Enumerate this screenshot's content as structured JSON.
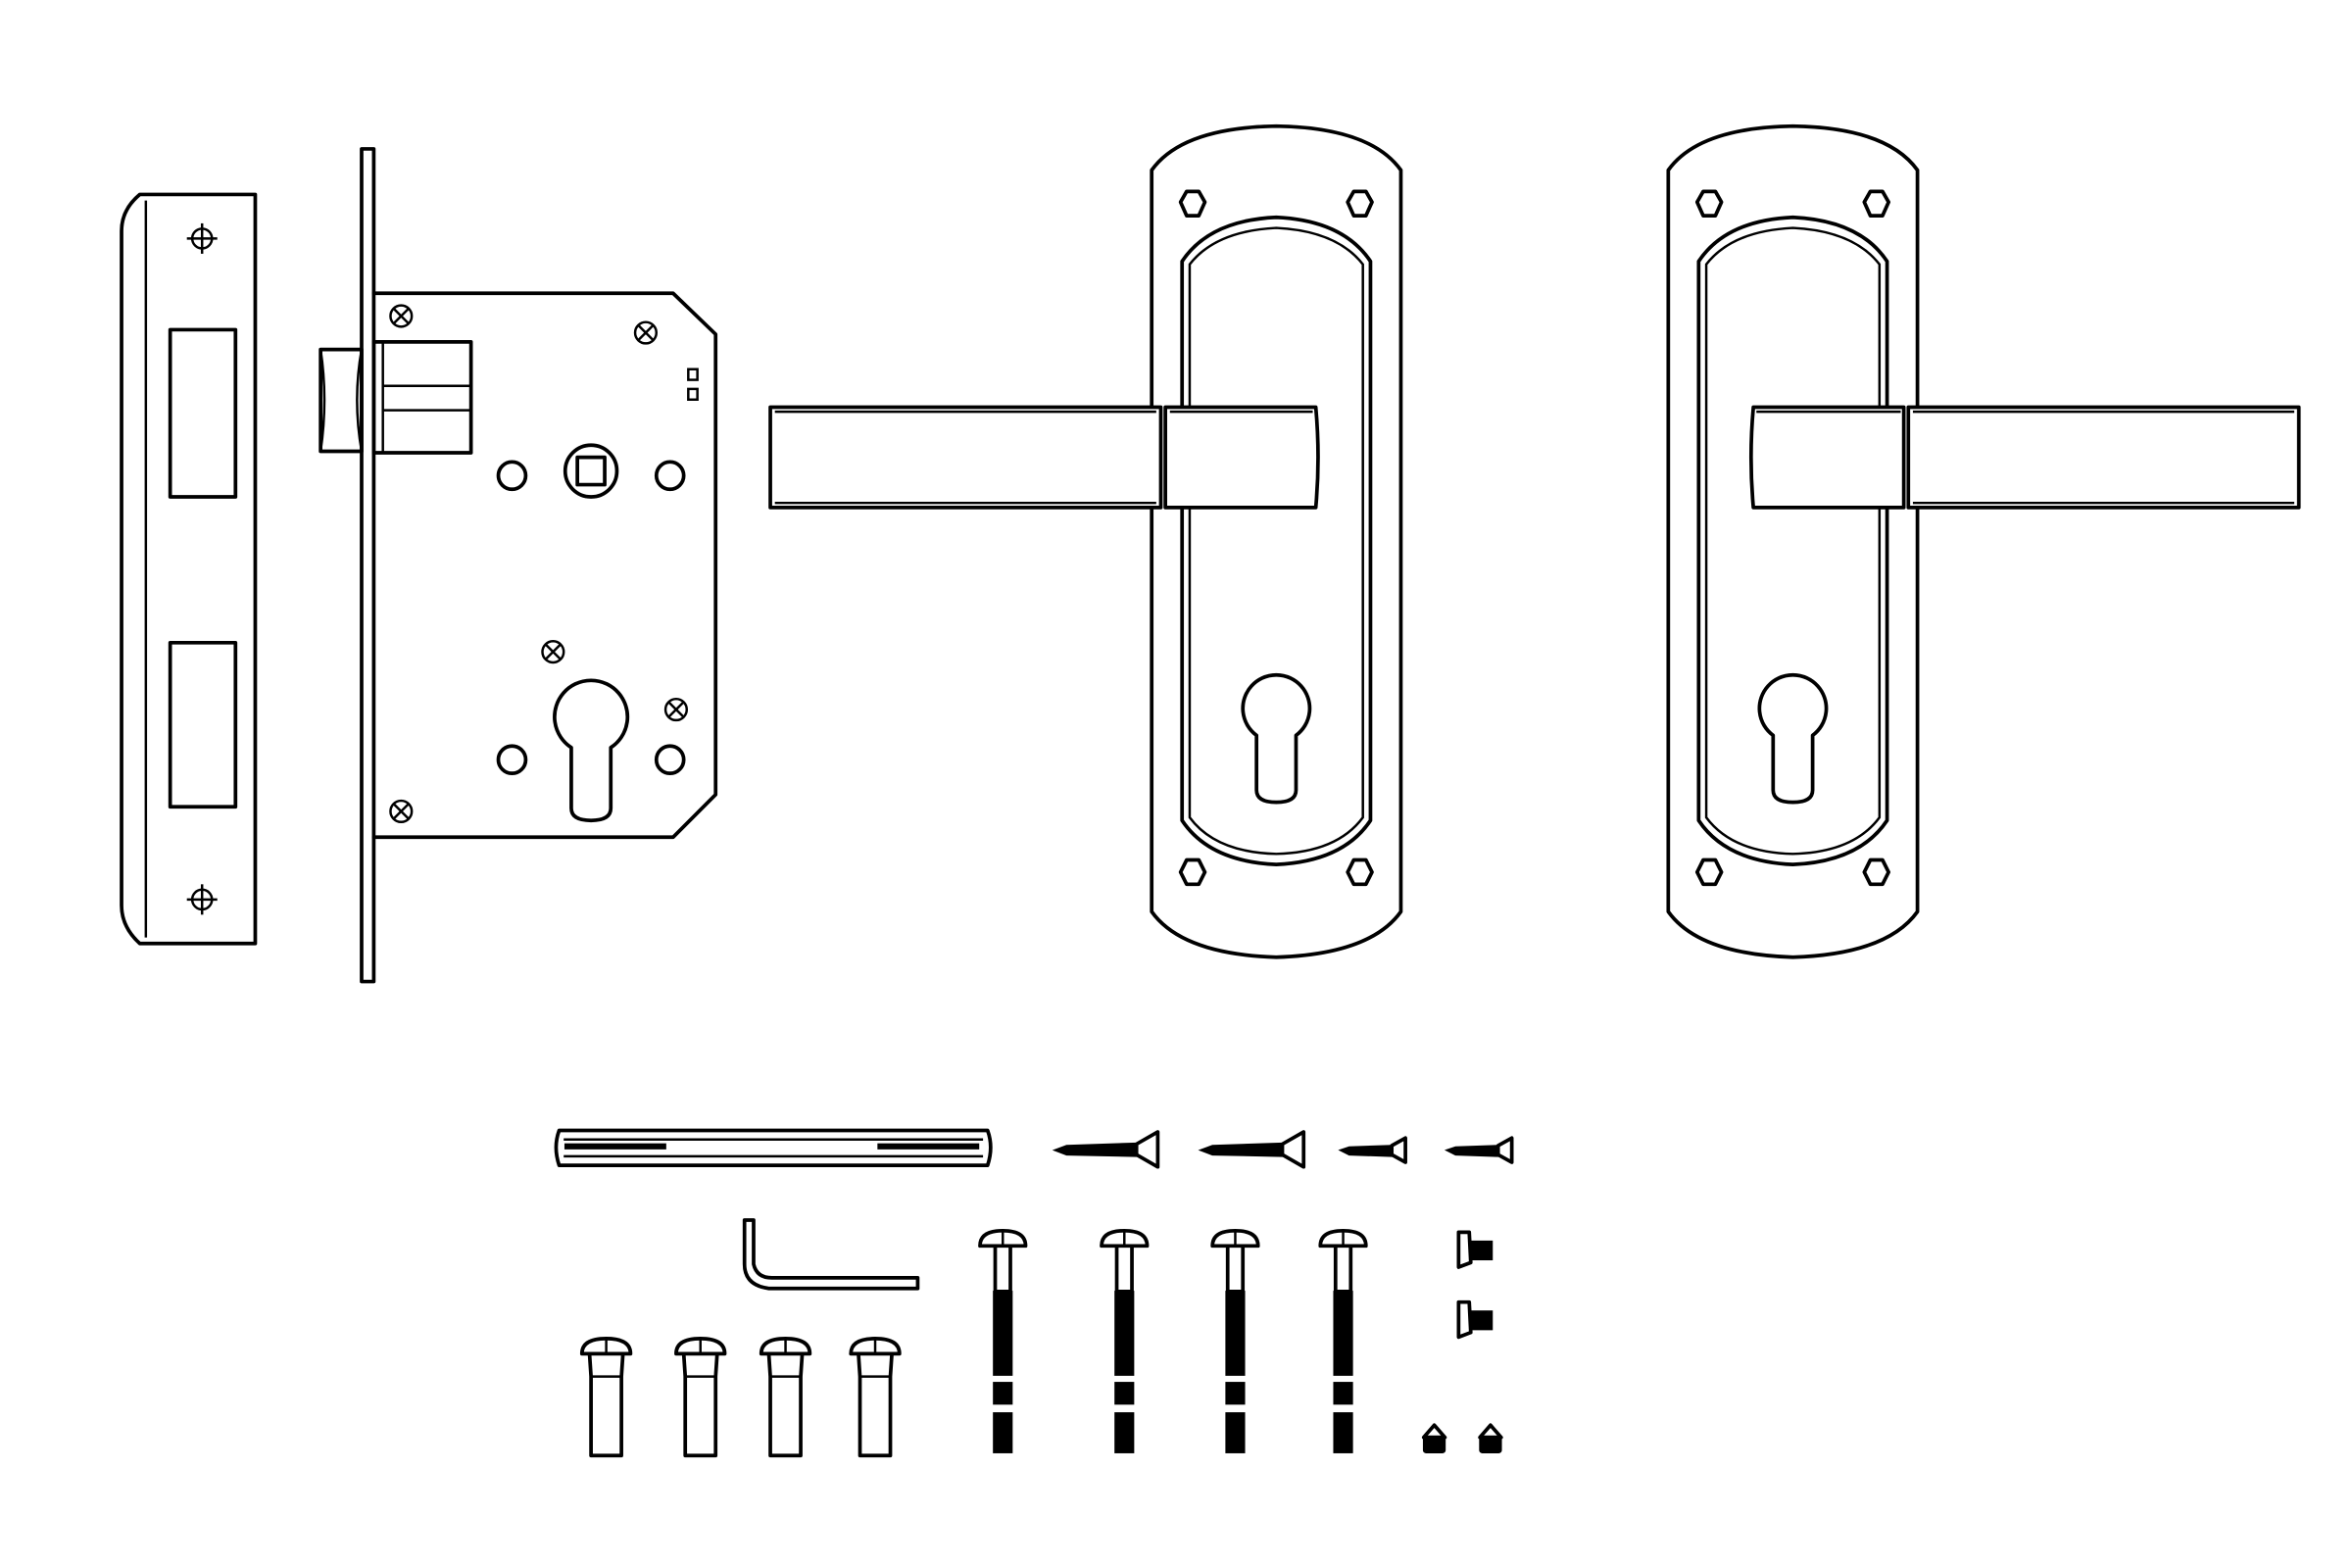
{
  "drawing": {
    "ink_color": "#000000",
    "paper_color": "#ffffff",
    "components": [
      {
        "name": "strike-plate"
      },
      {
        "name": "mortise-lock-body"
      },
      {
        "name": "lever-handle-left"
      },
      {
        "name": "lever-handle-right"
      },
      {
        "name": "spindle"
      },
      {
        "name": "allen-key"
      },
      {
        "name": "wood-screws",
        "count": 4
      },
      {
        "name": "through-bolts",
        "count": 4
      },
      {
        "name": "sleeve-nuts",
        "count": 4
      },
      {
        "name": "grub-screws",
        "count": 2
      },
      {
        "name": "set-screws",
        "count": 2
      }
    ]
  }
}
